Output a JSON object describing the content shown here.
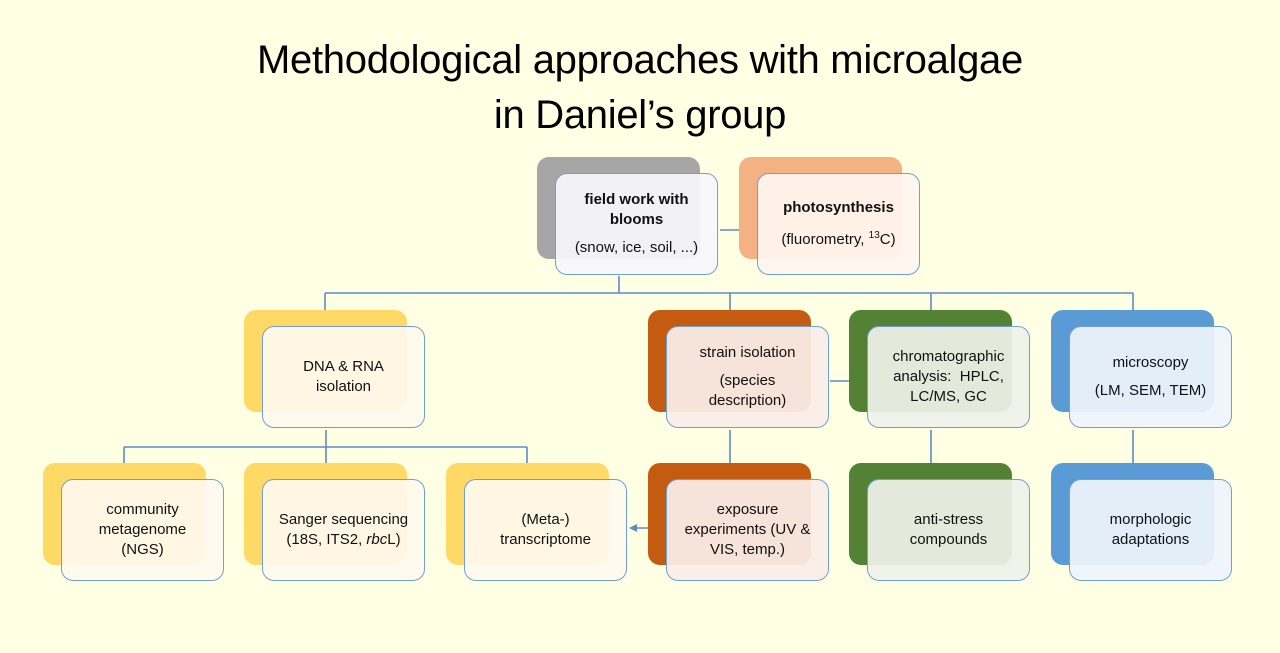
{
  "title": {
    "line1": "Methodological approaches with microalgae",
    "line2": "in Daniel’s group"
  },
  "colors": {
    "background": "#FFFFE3",
    "connector": "#5B8EC2",
    "gray": "#A6A6A6",
    "peach": "#F4B183",
    "yellow": "#FFD966",
    "orange": "#C55A11",
    "green": "#548235",
    "blue": "#5B9BD5"
  },
  "nodes": {
    "field_work": {
      "line1": "field work with",
      "line2": "blooms",
      "sub": "(snow, ice, soil, ...)"
    },
    "photosynthesis": {
      "title": "photosynthesis",
      "sub_pre": "(fluorometry, ",
      "sup": "13",
      "sub_post": "C)"
    },
    "dna_rna": {
      "line1": "DNA & RNA",
      "line2": "isolation"
    },
    "strain_isolation": {
      "title": "strain isolation",
      "sub1": "(species",
      "sub2": "description)"
    },
    "chromatographic": {
      "line1": "chromatographic",
      "line2": "analysis:  HPLC,",
      "line3": "LC/MS, GC"
    },
    "microscopy": {
      "title": "microscopy",
      "sub": "(LM, SEM, TEM)"
    },
    "community_metagenome": {
      "line1": "community",
      "line2": "metagenome",
      "line3": "(NGS)"
    },
    "sanger": {
      "line1": "Sanger sequencing",
      "line2_pre": "(18S, ITS2, ",
      "line2_italic": "rbc",
      "line2_post": "L)"
    },
    "transcriptome": {
      "line1": "(Meta-)",
      "line2": "transcriptome"
    },
    "exposure": {
      "line1": "exposure",
      "line2": "experiments (UV &",
      "line3": "VIS, temp.)"
    },
    "anti_stress": {
      "line1": "anti-stress",
      "line2": "compounds"
    },
    "morphologic": {
      "line1": "morphologic",
      "line2": "adaptations"
    }
  }
}
